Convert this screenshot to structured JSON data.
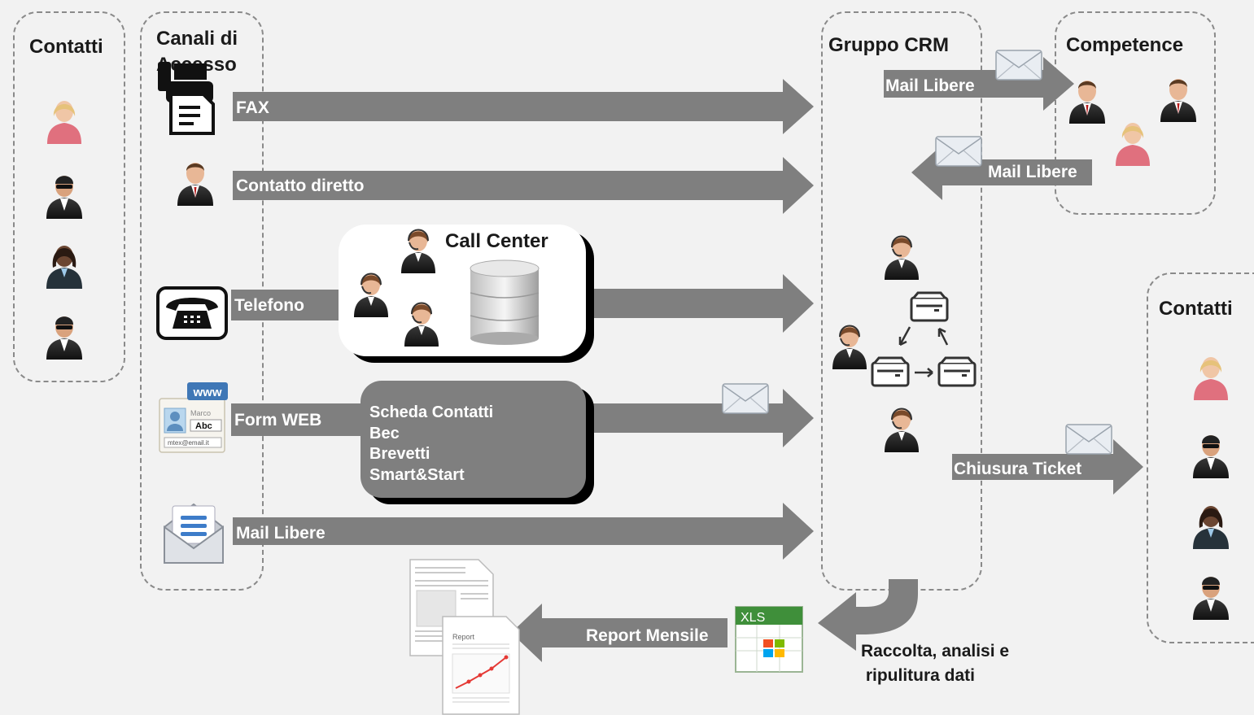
{
  "panels": {
    "contatti_left": "Contatti",
    "canali": "Canali di\nAccesso",
    "gruppo_crm": "Gruppo CRM",
    "competence": "Competence",
    "contatti_right": "Contatti"
  },
  "channels": {
    "fax": "FAX",
    "contatto_diretto": "Contatto diretto",
    "telefono": "Telefono",
    "form_web": "Form WEB",
    "mail_libere": "Mail Libere"
  },
  "call_center": {
    "title": "Call Center"
  },
  "form_list": [
    "Scheda Contatti",
    "Bec",
    "Brevetti",
    "Smart&Start"
  ],
  "flows": {
    "mail_to_competence": "Mail Libere",
    "mail_from_competence": "Mail Libere",
    "chiusura_ticket": "Chiusura Ticket",
    "report_mensile": "Report Mensile",
    "raccolta": "Raccolta, analisi e\n ripulitura dati"
  },
  "icons": {
    "form_www": "www",
    "form_name": "Marco",
    "form_abc": "Abc",
    "form_email": "mtex@email.it",
    "xls": "XLS",
    "report": "Report"
  },
  "colors": {
    "arrow": "#7f7f7f",
    "background": "#f2f2f2",
    "panel_border": "#8a8a8a"
  }
}
